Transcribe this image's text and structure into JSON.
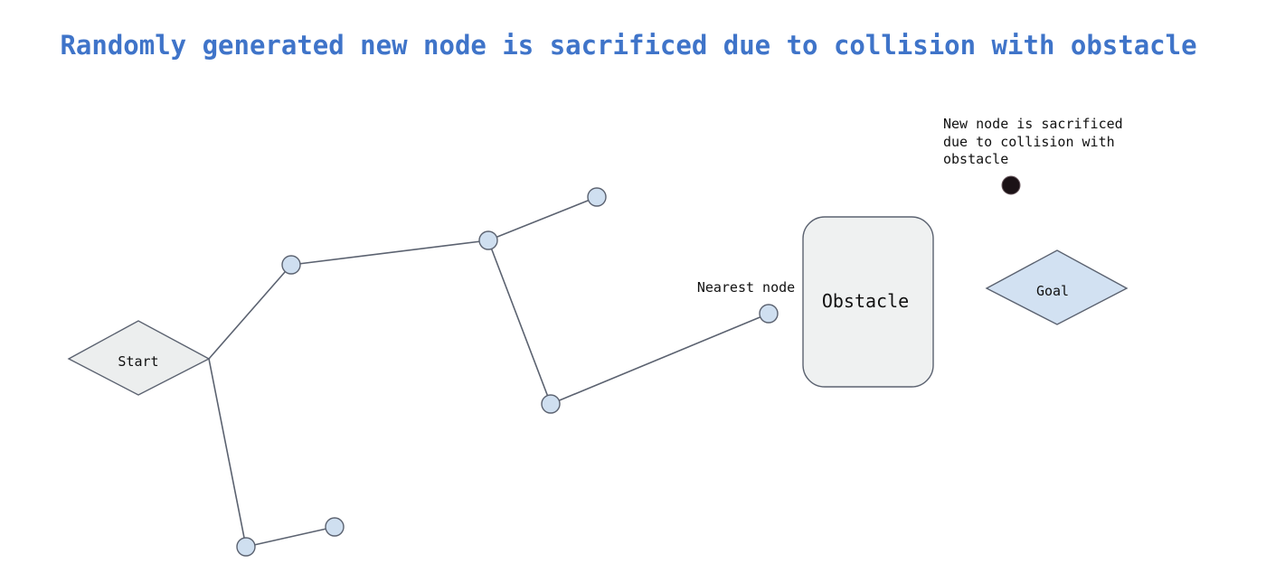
{
  "title": "Randomly generated new node is sacrificed due to collision with obstacle",
  "start": {
    "label": "Start"
  },
  "goal": {
    "label": "Goal"
  },
  "obstacle": {
    "label": "Obstacle"
  },
  "nearest": {
    "label": "Nearest node"
  },
  "new_node_note": {
    "lines": [
      "New node is sacrificed",
      "due to collision with",
      "obstacle"
    ]
  },
  "colors": {
    "title": "#3f74c9",
    "node_fill": "#cfdff0",
    "edge": "#5b6270",
    "start_fill": "#eceeee",
    "goal_fill": "#d2e1f2",
    "obstacle_fill": "#eff1f1",
    "sacrificed_node": "#1b1216"
  }
}
